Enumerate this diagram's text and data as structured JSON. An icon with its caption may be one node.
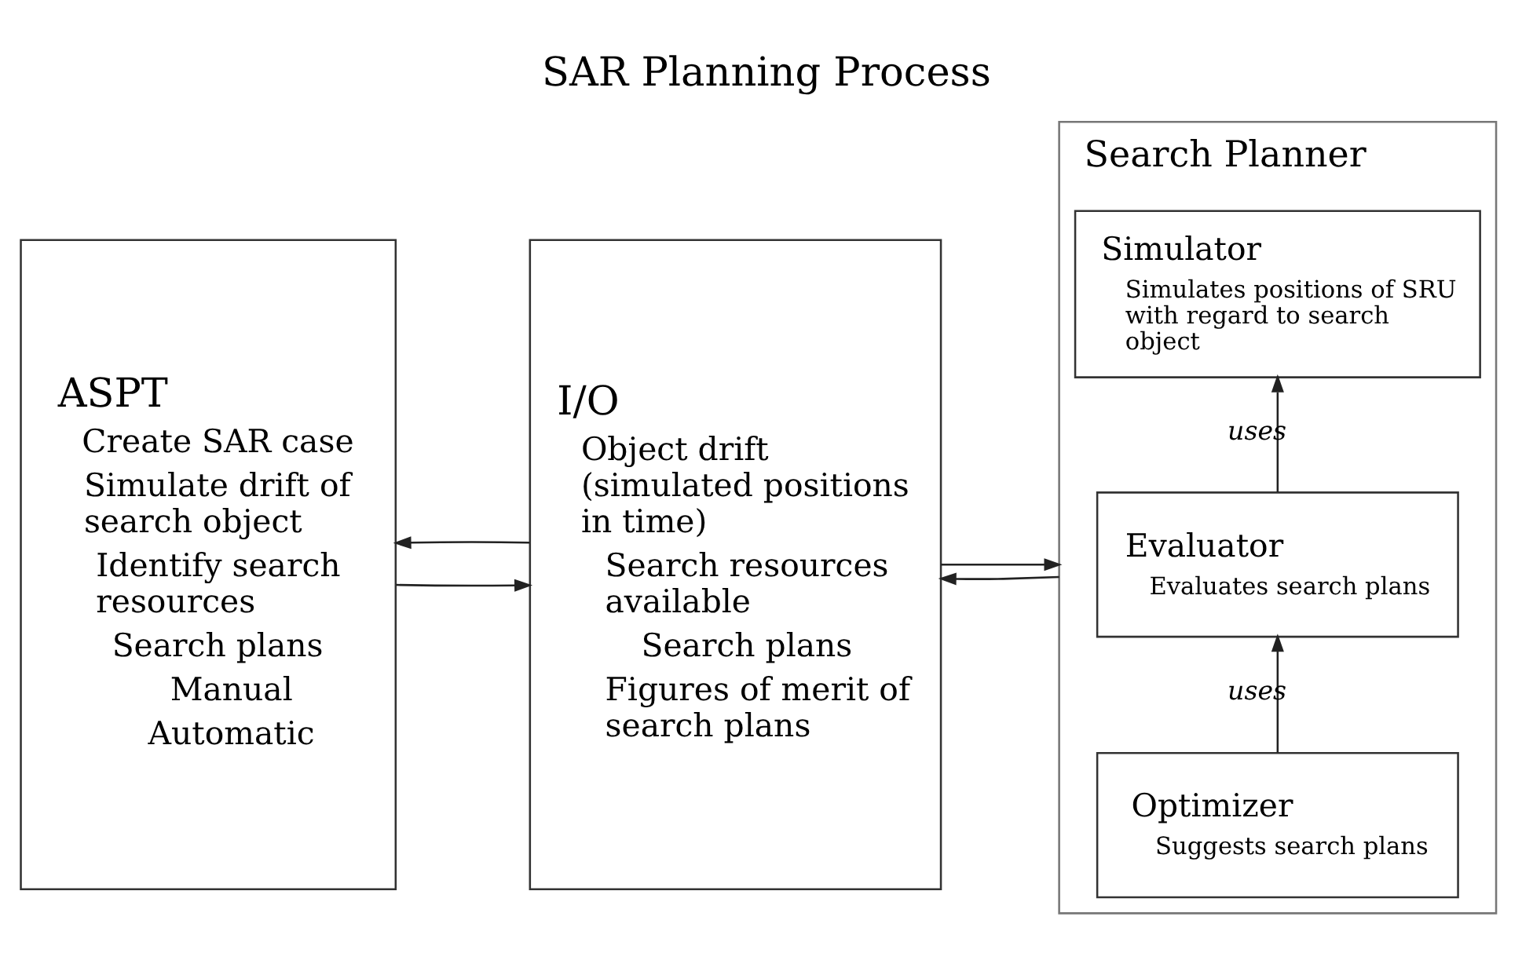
{
  "diagram": {
    "title": "SAR Planning Process",
    "nodes": [
      {
        "text": [
          "ASPT",
          "Create SAR case",
          "Simulate drift of search object",
          "Identify search resources",
          "Search plans",
          "Manual",
          "Automatic"
        ]
      },
      {
        "text": [
          "I/O",
          "Object drift (simulated positions in time)",
          "Search resources available",
          "Search plans",
          "Figures of merit of search plans"
        ]
      },
      {
        "text": [
          "Search Planner"
        ]
      },
      {
        "text": [
          "Simulator",
          "Simulates positions of SRU with regard to search object"
        ],
        "in": 2
      },
      {
        "text": [
          "Evaluator",
          "Evaluates search plans"
        ],
        "in": 2
      },
      {
        "text": [
          "Optimizer",
          "Suggests search plans"
        ],
        "in": 2
      }
    ],
    "edges": [
      {
        "from": 0,
        "to": 1,
        "arrow": "to"
      },
      {
        "from": 1,
        "to": 0,
        "arrow": "to"
      },
      {
        "from": 1,
        "to": 2,
        "arrow": "to"
      },
      {
        "from": 2,
        "to": 1,
        "arrow": "to"
      },
      {
        "from": 4,
        "to": 3,
        "arrow": "to",
        "label": "uses"
      },
      {
        "from": 5,
        "to": 4,
        "arrow": "to",
        "label": "uses"
      }
    ]
  }
}
